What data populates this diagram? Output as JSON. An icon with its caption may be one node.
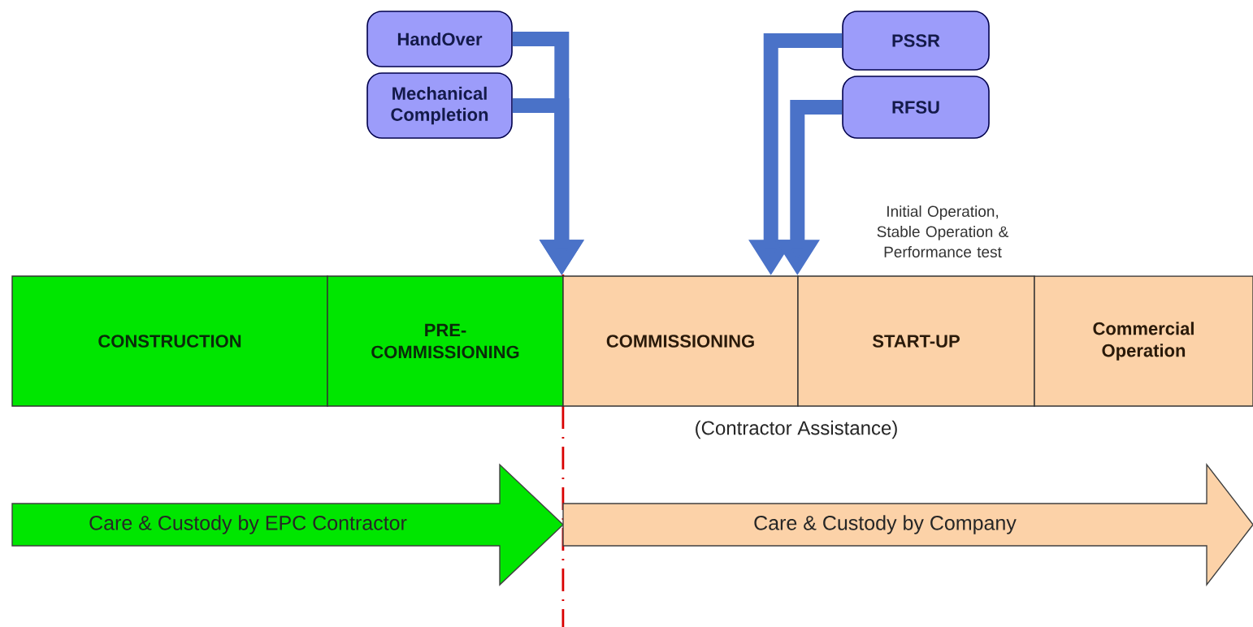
{
  "diagram": {
    "nodes": [
      {
        "text": [
          "HandOver"
        ]
      },
      {
        "text": [
          "Mechanical Completion"
        ]
      },
      {
        "text": [
          "PSSR"
        ]
      },
      {
        "text": [
          "RFSU"
        ]
      },
      {
        "text": [
          "CONSTRUCTION"
        ]
      },
      {
        "text": [
          "PRE-COMMISSIONING"
        ]
      },
      {
        "text": [
          "COMMISSIONING"
        ]
      },
      {
        "text": [
          "START-UP"
        ],
        "beside": [
          "Initial Operation, Stable Operation & Performance test"
        ]
      },
      {
        "text": [
          "Commercial Operation"
        ]
      },
      {
        "text": [
          "Care & Custody by EPC Contractor"
        ]
      },
      {
        "text": [
          "Care & Custody by Company"
        ]
      }
    ],
    "edges": [
      {
        "from": 0,
        "to": 6,
        "arrow": "to"
      },
      {
        "from": 1,
        "to": 6,
        "arrow": "to"
      },
      {
        "from": 2,
        "to": 6,
        "arrow": "to"
      },
      {
        "from": 3,
        "to": 7,
        "arrow": "to"
      }
    ],
    "labels": [
      "(Contractor Assistance)"
    ]
  }
}
